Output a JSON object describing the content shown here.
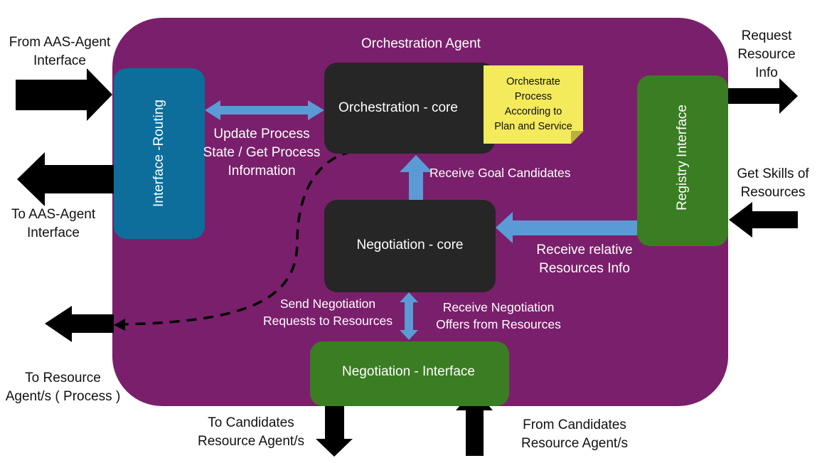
{
  "title": "Orchestration Agent",
  "boxes": {
    "interface_routing": "Interface -Routing",
    "orchestration_core": "Orchestration - core",
    "negotiation_core": "Negotiation - core",
    "registry_interface": "Registry  Interface",
    "negotiation_interface": "Negotiation - Interface"
  },
  "note": [
    "Orchestrate",
    "Process",
    "According to",
    "Plan and Service"
  ],
  "internal_labels": {
    "update_process": [
      "Update Process",
      "State / Get Process",
      "Information"
    ],
    "receive_goal": "Receive Goal Candidates",
    "receive_relative": [
      "Receive relative",
      "Resources Info"
    ],
    "send_negotiation": [
      "Send Negotiation",
      "Requests to Resources"
    ],
    "receive_negotiation": [
      "Receive Negotiation",
      "Offers from Resources"
    ]
  },
  "external_labels": {
    "from_aas": [
      "From AAS-Agent",
      "Interface"
    ],
    "to_aas": [
      "To AAS-Agent",
      "Interface"
    ],
    "to_resource": [
      "To Resource",
      "Agent/s ( Process )"
    ],
    "request_resource": [
      "Request",
      "Resource",
      "Info"
    ],
    "get_skills": [
      "Get Skills of",
      "Resources"
    ],
    "to_candidates": [
      "To Candidates",
      "Resource Agent/s"
    ],
    "from_candidates": [
      "From Candidates",
      "Resource Agent/s"
    ]
  },
  "colors": {
    "container": "#7a1f6b",
    "dark_box": "#262626",
    "green_box": "#3a7d23",
    "blue_box": "#0d6e9c",
    "note": "#f3ea5c",
    "internal_arrow": "#5b9bd5",
    "external_arrow": "#000000"
  }
}
